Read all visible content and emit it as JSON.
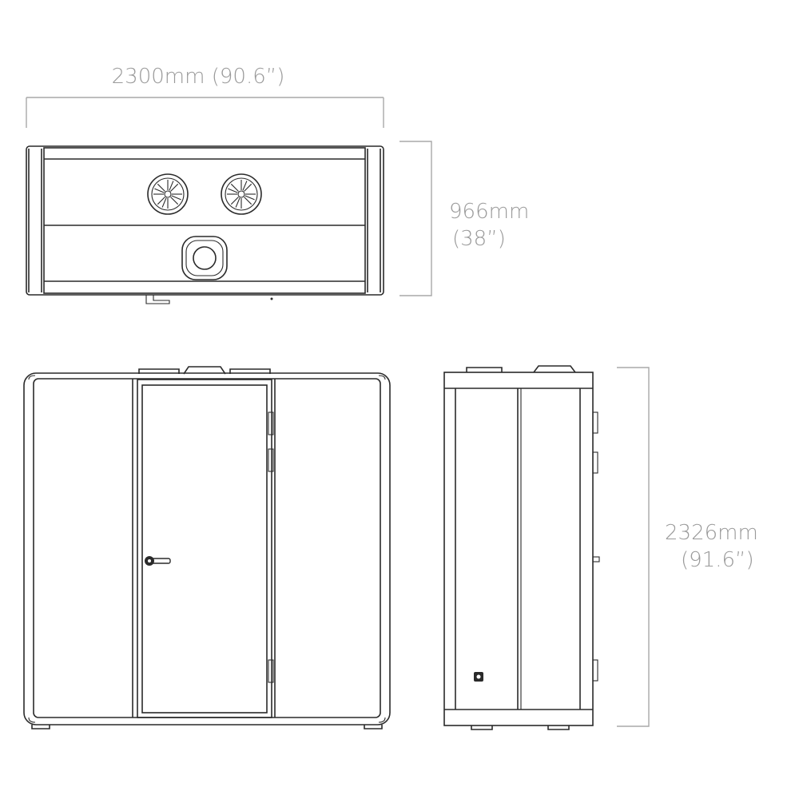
{
  "dimensions": {
    "width_label": "2300mm (90.6”)",
    "depth_label_mm": "966mm",
    "depth_label_in": "(38”)",
    "height_label_mm": "2326mm",
    "height_label_in": "(91.6”)"
  },
  "colors": {
    "line": "#2a2a2a",
    "dimension_text": "#9a9a9a",
    "dimension_line": "#a8a8a8"
  }
}
